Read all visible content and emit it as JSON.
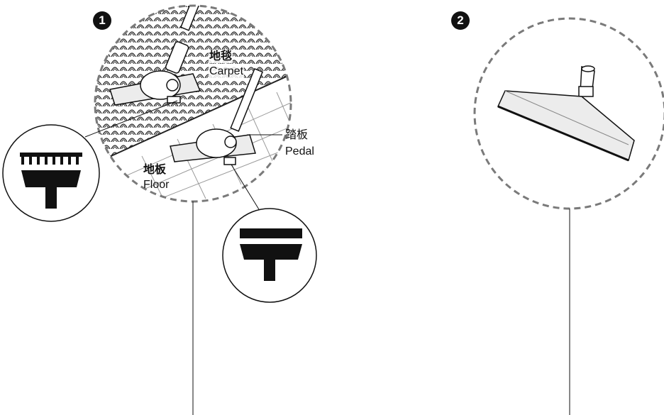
{
  "steps": {
    "one": {
      "number": "1"
    },
    "two": {
      "number": "2"
    }
  },
  "labels": {
    "carpet_cn": "地毯",
    "carpet_en": "Carpet",
    "floor_cn": "地板",
    "floor_en": "Floor",
    "pedal_cn": "踏板",
    "pedal_en": "Pedal"
  },
  "icons": {
    "carpet_mode": "brush-bristles-icon",
    "floor_mode": "flat-plate-icon"
  },
  "colors": {
    "line": "#111111",
    "dash": "#7a7a7a",
    "tile": "#9a9a9a",
    "device_fill": "#ececec"
  }
}
